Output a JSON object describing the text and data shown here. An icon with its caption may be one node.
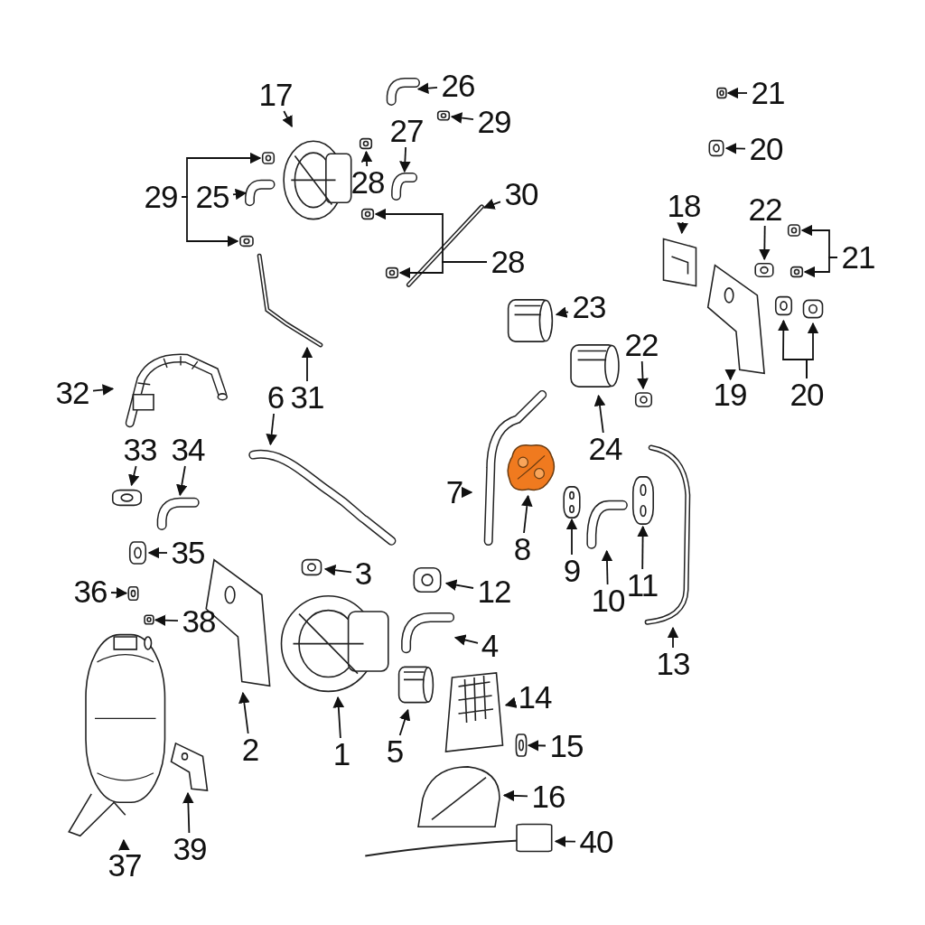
{
  "diagram": {
    "nodes": [
      {
        "text": [
          "1"
        ]
      },
      {
        "text": [
          "2"
        ]
      },
      {
        "text": [
          "3"
        ]
      },
      {
        "text": [
          "4"
        ]
      },
      {
        "text": [
          "5"
        ]
      },
      {
        "text": [
          "6"
        ]
      },
      {
        "text": [
          "7"
        ]
      },
      {
        "text": [
          "8"
        ]
      },
      {
        "text": [
          "9"
        ]
      },
      {
        "text": [
          "10"
        ]
      },
      {
        "text": [
          "11"
        ]
      },
      {
        "text": [
          "12"
        ]
      },
      {
        "text": [
          "13"
        ]
      },
      {
        "text": [
          "14"
        ]
      },
      {
        "text": [
          "15"
        ]
      },
      {
        "text": [
          "16"
        ]
      },
      {
        "text": [
          "17"
        ]
      },
      {
        "text": [
          "18"
        ]
      },
      {
        "text": [
          "19"
        ]
      },
      {
        "text": [
          "20"
        ]
      },
      {
        "text": [
          "20"
        ]
      },
      {
        "text": [
          "21"
        ]
      },
      {
        "text": [
          "21"
        ]
      },
      {
        "text": [
          "22"
        ]
      },
      {
        "text": [
          "22"
        ]
      },
      {
        "text": [
          "23"
        ]
      },
      {
        "text": [
          "24"
        ]
      },
      {
        "text": [
          "25"
        ]
      },
      {
        "text": [
          "26"
        ]
      },
      {
        "text": [
          "27"
        ]
      },
      {
        "text": [
          "28"
        ]
      },
      {
        "text": [
          "28"
        ]
      },
      {
        "text": [
          "29"
        ]
      },
      {
        "text": [
          "29"
        ]
      },
      {
        "text": [
          "30"
        ]
      },
      {
        "text": [
          "31"
        ]
      },
      {
        "text": [
          "32"
        ]
      },
      {
        "text": [
          "33"
        ]
      },
      {
        "text": [
          "34"
        ]
      },
      {
        "text": [
          "35"
        ]
      },
      {
        "text": [
          "36"
        ]
      },
      {
        "text": [
          "37"
        ]
      },
      {
        "text": [
          "38"
        ]
      },
      {
        "text": [
          "39"
        ]
      },
      {
        "text": [
          "40"
        ]
      },
      {
        "text": [],
        "shape": "picture"
      },
      {
        "text": [],
        "shape": "picture"
      },
      {
        "text": [],
        "shape": "picture"
      },
      {
        "text": [],
        "shape": "picture"
      },
      {
        "text": [],
        "shape": "picture"
      },
      {
        "text": [],
        "shape": "picture"
      },
      {
        "text": [],
        "shape": "picture"
      },
      {
        "text": [],
        "shape": "picture"
      },
      {
        "text": [],
        "shape": "picture"
      },
      {
        "text": [],
        "shape": "picture"
      },
      {
        "text": [],
        "shape": "picture"
      },
      {
        "text": [],
        "shape": "picture"
      },
      {
        "text": [],
        "shape": "picture"
      },
      {
        "text": [],
        "shape": "picture"
      },
      {
        "text": [],
        "shape": "picture"
      },
      {
        "text": [],
        "shape": "picture"
      },
      {
        "text": [],
        "shape": "picture"
      },
      {
        "text": [],
        "shape": "picture"
      },
      {
        "text": [],
        "shape": "picture"
      },
      {
        "text": [],
        "shape": "picture"
      },
      {
        "text": [],
        "shape": "picture"
      },
      {
        "text": [],
        "shape": "picture"
      },
      {
        "text": [],
        "shape": "picture"
      },
      {
        "text": [],
        "shape": "picture"
      },
      {
        "text": [],
        "shape": "picture"
      },
      {
        "text": [],
        "shape": "picture"
      },
      {
        "text": [],
        "shape": "picture"
      },
      {
        "text": [],
        "shape": "picture"
      },
      {
        "text": [],
        "shape": "picture"
      },
      {
        "text": [],
        "shape": "picture"
      },
      {
        "text": [],
        "shape": "picture"
      },
      {
        "text": [],
        "shape": "picture"
      },
      {
        "text": [],
        "shape": "picture"
      },
      {
        "text": [],
        "shape": "picture"
      },
      {
        "text": [],
        "shape": "picture"
      },
      {
        "text": [],
        "shape": "picture"
      },
      {
        "text": [],
        "shape": "picture"
      },
      {
        "text": [],
        "shape": "picture"
      },
      {
        "text": [],
        "shape": "picture"
      },
      {
        "text": [],
        "shape": "picture"
      },
      {
        "text": [],
        "shape": "picture"
      },
      {
        "text": [],
        "shape": "picture"
      },
      {
        "text": [],
        "shape": "picture"
      },
      {
        "text": [],
        "shape": "picture"
      },
      {
        "text": [],
        "shape": "picture"
      },
      {
        "text": [],
        "shape": "picture"
      },
      {
        "text": [],
        "shape": "picture"
      },
      {
        "text": [],
        "shape": "picture"
      },
      {
        "text": [],
        "shape": "picture"
      }
    ],
    "edges": [
      {
        "from": 0,
        "to": 45,
        "arrow": "to"
      },
      {
        "from": 1,
        "to": 46,
        "arrow": "to"
      },
      {
        "from": 2,
        "to": 47,
        "arrow": "to"
      },
      {
        "from": 3,
        "to": 48,
        "arrow": "to"
      },
      {
        "from": 4,
        "to": 49,
        "arrow": "to"
      },
      {
        "from": 5,
        "to": 50,
        "arrow": "to"
      },
      {
        "from": 6,
        "to": 51,
        "arrow": "to"
      },
      {
        "from": 7,
        "to": 52,
        "arrow": "to"
      },
      {
        "from": 8,
        "to": 53,
        "arrow": "to"
      },
      {
        "from": 9,
        "to": 54,
        "arrow": "to"
      },
      {
        "from": 10,
        "to": 55,
        "arrow": "to"
      },
      {
        "from": 11,
        "to": 56,
        "arrow": "to"
      },
      {
        "from": 12,
        "to": 57,
        "arrow": "to"
      },
      {
        "from": 13,
        "to": 58,
        "arrow": "to"
      },
      {
        "from": 14,
        "to": 59,
        "arrow": "to"
      },
      {
        "from": 15,
        "to": 60,
        "arrow": "to"
      },
      {
        "from": 16,
        "to": 61,
        "arrow": "to"
      },
      {
        "from": 17,
        "to": 62,
        "arrow": "to"
      },
      {
        "from": 18,
        "to": 63,
        "arrow": "to"
      },
      {
        "from": 19,
        "to": 64,
        "arrow": "to"
      },
      {
        "from": 20,
        "to": 65,
        "arrow": "to"
      },
      {
        "from": 20,
        "to": 66,
        "arrow": "to"
      },
      {
        "from": 21,
        "to": 67,
        "arrow": "to"
      },
      {
        "from": 22,
        "to": 68,
        "arrow": "to"
      },
      {
        "from": 22,
        "to": 69,
        "arrow": "to"
      },
      {
        "from": 23,
        "to": 70,
        "arrow": "to"
      },
      {
        "from": 24,
        "to": 71,
        "arrow": "to"
      },
      {
        "from": 25,
        "to": 72,
        "arrow": "to"
      },
      {
        "from": 26,
        "to": 73,
        "arrow": "to"
      },
      {
        "from": 27,
        "to": 74,
        "arrow": "to"
      },
      {
        "from": 28,
        "to": 75,
        "arrow": "to"
      },
      {
        "from": 29,
        "to": 76,
        "arrow": "to"
      },
      {
        "from": 30,
        "to": 77,
        "arrow": "to"
      },
      {
        "from": 31,
        "to": 78,
        "arrow": "to"
      },
      {
        "from": 31,
        "to": 79,
        "arrow": "to"
      },
      {
        "from": 32,
        "to": 80,
        "arrow": "to"
      },
      {
        "from": 32,
        "to": 81,
        "arrow": "to"
      },
      {
        "from": 33,
        "to": 82,
        "arrow": "to"
      },
      {
        "from": 34,
        "to": 83,
        "arrow": "to"
      },
      {
        "from": 35,
        "to": 84,
        "arrow": "to"
      },
      {
        "from": 36,
        "to": 85,
        "arrow": "to"
      },
      {
        "from": 37,
        "to": 86,
        "arrow": "to"
      },
      {
        "from": 38,
        "to": 87,
        "arrow": "to"
      },
      {
        "from": 39,
        "to": 88,
        "arrow": "to"
      },
      {
        "from": 40,
        "to": 89,
        "arrow": "to"
      },
      {
        "from": 41,
        "to": 90,
        "arrow": "to"
      },
      {
        "from": 42,
        "to": 91,
        "arrow": "to"
      },
      {
        "from": 43,
        "to": 92,
        "arrow": "to"
      },
      {
        "from": 44,
        "to": 93,
        "arrow": "to"
      }
    ]
  }
}
